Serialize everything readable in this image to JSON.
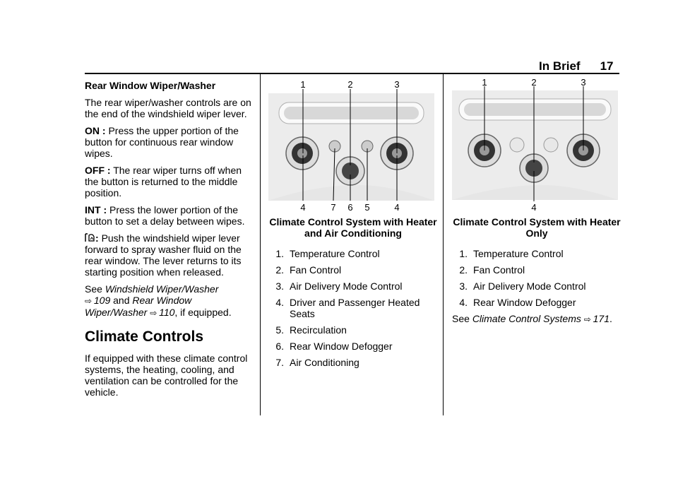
{
  "header": {
    "section": "In Brief",
    "page": "17"
  },
  "col1": {
    "heading": "Rear Window Wiper/Washer",
    "intro": "The rear wiper/washer controls are on the end of the windshield wiper lever.",
    "on_label": "ON :",
    "on_text": "Press the upper portion of the button for continuous rear window wipes.",
    "off_label": "OFF :",
    "off_text": "The rear wiper turns off when the button is returned to the middle position.",
    "int_label": "INT :",
    "int_text": "Press the lower portion of the button to set a delay between wipes.",
    "washer_label": ":",
    "washer_text": "Push the windshield wiper lever forward to spray washer fluid on the rear window. The lever returns to its starting position when released.",
    "see": "See",
    "link1": "Windshield Wiper/Washer",
    "link1_page": "109",
    "and": "and",
    "link2": "Rear Window Wiper/Washer",
    "link2_page": "110",
    "if_equipped": ", if equipped.",
    "section_title": "Climate Controls",
    "section_text": "If equipped with these climate control systems, the heating, cooling, and ventilation can be controlled for the vehicle."
  },
  "col2": {
    "callouts_top": [
      "1",
      "2",
      "3"
    ],
    "callouts_bottom": [
      "4",
      "7",
      "6",
      "5",
      "4"
    ],
    "caption": "Climate Control System with Heater and Air Conditioning",
    "items": [
      {
        "n": "1.",
        "text": "Temperature Control"
      },
      {
        "n": "2.",
        "text": "Fan Control"
      },
      {
        "n": "3.",
        "text": "Air Delivery Mode Control"
      },
      {
        "n": "4.",
        "text": "Driver and Passenger Heated Seats"
      },
      {
        "n": "5.",
        "text": "Recirculation"
      },
      {
        "n": "6.",
        "text": "Rear Window Defogger"
      },
      {
        "n": "7.",
        "text": "Air Conditioning"
      }
    ]
  },
  "col3": {
    "callouts_top": [
      "1",
      "2",
      "3"
    ],
    "callouts_bottom": [
      "4"
    ],
    "caption": "Climate Control System with Heater Only",
    "items": [
      {
        "n": "1.",
        "text": "Temperature Control"
      },
      {
        "n": "2.",
        "text": "Fan Control"
      },
      {
        "n": "3.",
        "text": "Air Delivery Mode Control"
      },
      {
        "n": "4.",
        "text": "Rear Window Defogger"
      }
    ],
    "see": "See",
    "link": "Climate Control Systems",
    "link_page": "171"
  }
}
